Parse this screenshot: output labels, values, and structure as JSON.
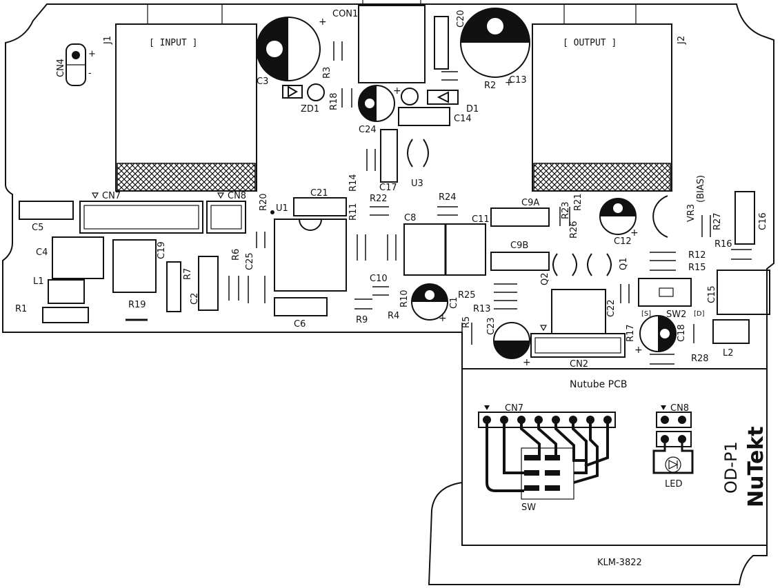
{
  "board": {
    "input_label": "[ INPUT ]",
    "output_label": "[ OUTPUT ]",
    "j1": "J1",
    "j2": "J2",
    "con1": "CON1",
    "cn4": "CN4",
    "cn4_plus": "+",
    "cn4_minus": "-",
    "bias_label": "(BIAS)",
    "sw2_s": "[S]",
    "sw2_d": "[D]",
    "components": [
      {
        "ref": "C3"
      },
      {
        "ref": "R3"
      },
      {
        "ref": "ZD1"
      },
      {
        "ref": "R18"
      },
      {
        "ref": "C20"
      },
      {
        "ref": "C13"
      },
      {
        "ref": "R2"
      },
      {
        "ref": "D1"
      },
      {
        "ref": "C24"
      },
      {
        "ref": "C14"
      },
      {
        "ref": "C17"
      },
      {
        "ref": "U3"
      },
      {
        "ref": "R14"
      },
      {
        "ref": "R20"
      },
      {
        "ref": "U1"
      },
      {
        "ref": "C21"
      },
      {
        "ref": "R11"
      },
      {
        "ref": "R22"
      },
      {
        "ref": "R24"
      },
      {
        "ref": "C8"
      },
      {
        "ref": "C11"
      },
      {
        "ref": "C9A"
      },
      {
        "ref": "C9B"
      },
      {
        "ref": "R23"
      },
      {
        "ref": "R21"
      },
      {
        "ref": "R26"
      },
      {
        "ref": "C12"
      },
      {
        "ref": "VR3"
      },
      {
        "ref": "R27"
      },
      {
        "ref": "C16"
      },
      {
        "ref": "R16"
      },
      {
        "ref": "R12"
      },
      {
        "ref": "R15"
      },
      {
        "ref": "Q1"
      },
      {
        "ref": "Q2"
      },
      {
        "ref": "C15"
      },
      {
        "ref": "SW2"
      },
      {
        "ref": "CN7"
      },
      {
        "ref": "CN8"
      },
      {
        "ref": "C5"
      },
      {
        "ref": "C4"
      },
      {
        "ref": "C19"
      },
      {
        "ref": "L1"
      },
      {
        "ref": "R1"
      },
      {
        "ref": "R19"
      },
      {
        "ref": "R7"
      },
      {
        "ref": "C2"
      },
      {
        "ref": "R6"
      },
      {
        "ref": "C25"
      },
      {
        "ref": "C6"
      },
      {
        "ref": "C10"
      },
      {
        "ref": "R10"
      },
      {
        "ref": "R9"
      },
      {
        "ref": "R4"
      },
      {
        "ref": "C1"
      },
      {
        "ref": "R25"
      },
      {
        "ref": "R13"
      },
      {
        "ref": "R5"
      },
      {
        "ref": "C23"
      },
      {
        "ref": "C22"
      },
      {
        "ref": "CN2"
      },
      {
        "ref": "R17"
      },
      {
        "ref": "C18"
      },
      {
        "ref": "R28"
      },
      {
        "ref": "L2"
      }
    ]
  },
  "nutube_pcb": {
    "title": "Nutube PCB",
    "cn7": "CN7",
    "cn8": "CN8",
    "sw": "SW",
    "led": "LED",
    "model": "OD-P1",
    "brand": "NuTekt",
    "code": "KLM-3822"
  }
}
